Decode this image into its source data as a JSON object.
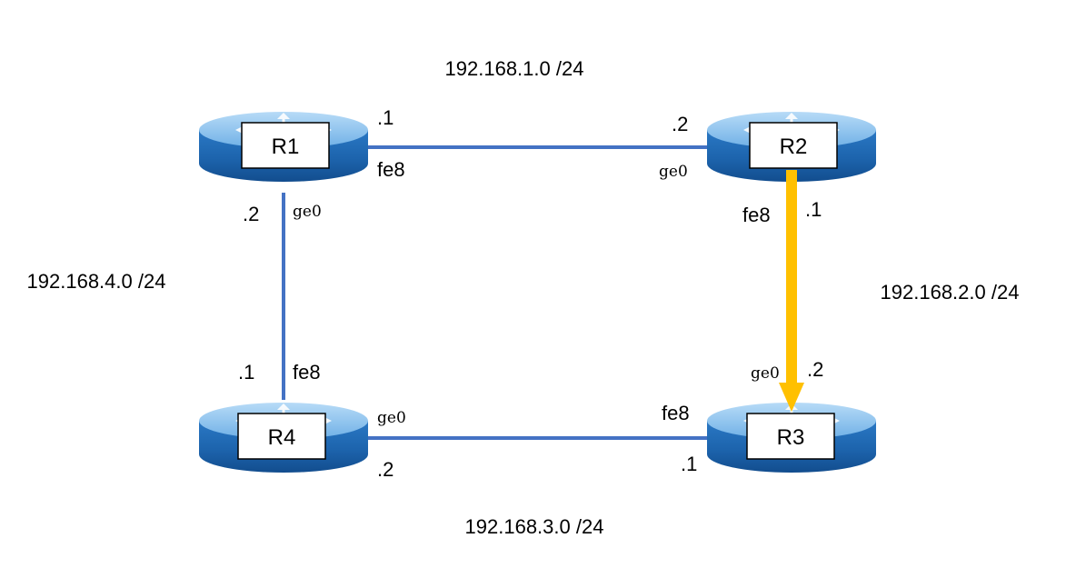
{
  "colors": {
    "link": "#4472c4",
    "highlight": "#ffc000",
    "router_body": "#1f5fa8",
    "router_top": "#8ec4ee",
    "router_label_bg": "#ffffff"
  },
  "routers": [
    {
      "id": "r1",
      "label": "R1",
      "icon": "router-icon"
    },
    {
      "id": "r2",
      "label": "R2",
      "icon": "router-icon"
    },
    {
      "id": "r3",
      "label": "R3",
      "icon": "router-icon"
    },
    {
      "id": "r4",
      "label": "R4",
      "icon": "router-icon"
    }
  ],
  "networks": {
    "n1": "192.168.1.0 /24",
    "n2": "192.168.2.0 /24",
    "n3": "192.168.3.0 /24",
    "n4": "192.168.4.0 /24"
  },
  "links": {
    "r1_r2": {
      "r1_addr": ".1",
      "r1_if": "fe8",
      "r2_addr": ".2",
      "r2_if": "ge0"
    },
    "r2_r3": {
      "r2_addr": ".1",
      "r2_if": "fe8",
      "r3_addr": ".2",
      "r3_if": "ge0"
    },
    "r3_r4": {
      "r3_addr": ".1",
      "r3_if": "fe8",
      "r4_addr": ".2",
      "r4_if": "ge0"
    },
    "r4_r1": {
      "r4_addr": ".1",
      "r4_if": "fe8",
      "r1_addr": ".2",
      "r1_if": "ge0"
    }
  },
  "highlight_arrow": {
    "from": "R2",
    "to": "R3"
  }
}
